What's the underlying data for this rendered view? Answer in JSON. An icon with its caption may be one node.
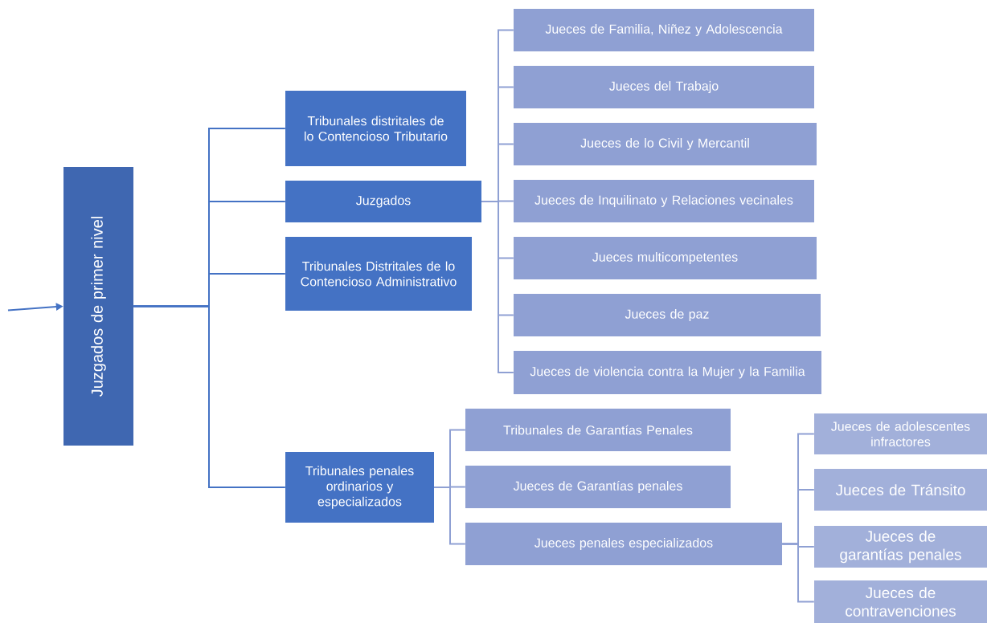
{
  "diagram": {
    "nodes": [
      {
        "text": [
          "Juzgados de primer nivel"
        ]
      },
      {
        "text": [
          "Tribunales distritales de lo Contencioso Tributario"
        ]
      },
      {
        "text": [
          "Juzgados"
        ]
      },
      {
        "text": [
          "Tribunales Distritales de lo Contencioso Administrativo"
        ]
      },
      {
        "text": [
          "Tribunales penales ordinarios y especializados"
        ]
      },
      {
        "text": [
          "Jueces de Familia, Niñez y Adolescencia"
        ]
      },
      {
        "text": [
          "Jueces del Trabajo"
        ]
      },
      {
        "text": [
          "Jueces de lo Civil y Mercantil"
        ]
      },
      {
        "text": [
          "Jueces de Inquilinato y Relaciones vecinales"
        ]
      },
      {
        "text": [
          "Jueces multicompetentes"
        ]
      },
      {
        "text": [
          "Jueces de paz"
        ]
      },
      {
        "text": [
          "Jueces de violencia contra la Mujer y la Familia"
        ]
      },
      {
        "text": [
          "Tribunales de Garantías Penales"
        ]
      },
      {
        "text": [
          "Jueces de Garantías penales"
        ]
      },
      {
        "text": [
          "Jueces penales especializados"
        ]
      },
      {
        "text": [
          "Jueces de adolescentes infractores"
        ]
      },
      {
        "text": [
          "Jueces de Tránsito"
        ]
      },
      {
        "text": [
          "Jueces de garantías penales"
        ]
      },
      {
        "text": [
          "Jueces de contravenciones"
        ]
      }
    ],
    "edges": [
      {
        "from": null,
        "to": 0,
        "arrow": "to",
        "color": "#4472c4"
      },
      {
        "from": 0,
        "to": 1,
        "arrow": "none",
        "color": "#4472c4"
      },
      {
        "from": 0,
        "to": 2,
        "arrow": "none",
        "color": "#4472c4"
      },
      {
        "from": 0,
        "to": 3,
        "arrow": "none",
        "color": "#4472c4"
      },
      {
        "from": 0,
        "to": 4,
        "arrow": "none",
        "color": "#4472c4"
      },
      {
        "from": 2,
        "to": 5,
        "arrow": "none"
      },
      {
        "from": 2,
        "to": 6,
        "arrow": "none"
      },
      {
        "from": 2,
        "to": 7,
        "arrow": "none"
      },
      {
        "from": 2,
        "to": 8,
        "arrow": "none"
      },
      {
        "from": 2,
        "to": 9,
        "arrow": "none"
      },
      {
        "from": 2,
        "to": 10,
        "arrow": "none"
      },
      {
        "from": 2,
        "to": 11,
        "arrow": "none"
      },
      {
        "from": 4,
        "to": 12,
        "arrow": "none"
      },
      {
        "from": 4,
        "to": 13,
        "arrow": "none"
      },
      {
        "from": 4,
        "to": 14,
        "arrow": "none"
      },
      {
        "from": 14,
        "to": 15,
        "arrow": "none"
      },
      {
        "from": 14,
        "to": 16,
        "arrow": "none"
      },
      {
        "from": 14,
        "to": 17,
        "arrow": "none"
      },
      {
        "from": 14,
        "to": 18,
        "arrow": "none"
      }
    ]
  }
}
